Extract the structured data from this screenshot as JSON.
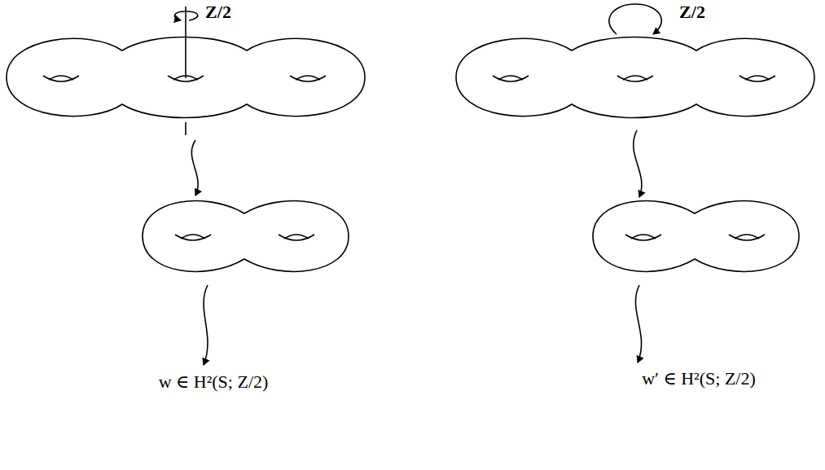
{
  "diagram": {
    "labels": [
      "Z/2",
      "Z/2",
      "w ∈ H²(S; Z/2)",
      "w′ ∈ H²(S; Z/2)"
    ]
  }
}
